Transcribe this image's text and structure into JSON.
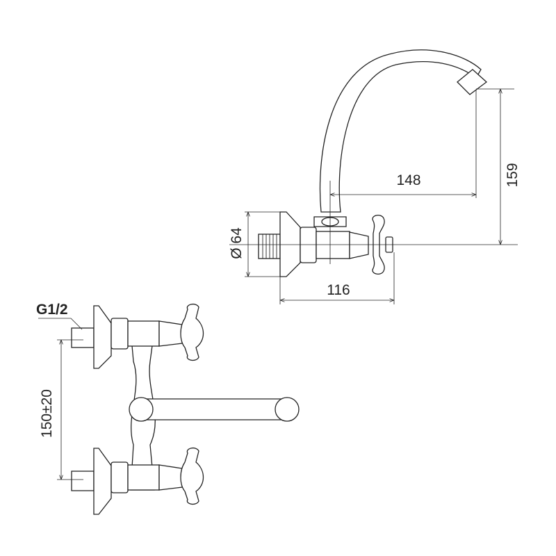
{
  "title": "Wall-mounted faucet technical drawing",
  "dimensions": {
    "spout_reach": "148",
    "spout_height": "159",
    "flange_diameter": "Ø 64",
    "body_depth": "116",
    "thread": "G1/2",
    "inlet_spacing": "150±20"
  }
}
